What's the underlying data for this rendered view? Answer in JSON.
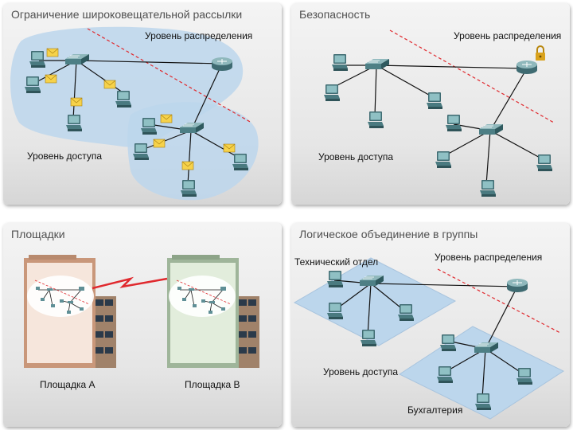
{
  "panels": {
    "broadcast": {
      "title": "Ограничение широковещательной рассылки",
      "distribution_label": "Уровень распределения",
      "access_label": "Уровень доступа"
    },
    "security": {
      "title": "Безопасность",
      "distribution_label": "Уровень распределения",
      "access_label": "Уровень доступа"
    },
    "sites": {
      "title": "Площадки",
      "site_a_label": "Площадка А",
      "site_b_label": "Площадка В"
    },
    "grouping": {
      "title": "Логическое объединение в группы",
      "tech_label": "Технический отдел",
      "distribution_label": "Уровень распределения",
      "access_label": "Уровень доступа",
      "accounting_label": "Бухгалтерия"
    }
  },
  "colors": {
    "zone_blue": "#bcd6ec",
    "device_teal": "#5f8f96",
    "divider_red": "#e0292e",
    "envelope_yellow": "#f6d24a",
    "lock_gold": "#d9a21c"
  },
  "icons": [
    "pc-icon",
    "switch-icon",
    "router-icon",
    "envelope-icon",
    "lock-icon",
    "building-icon",
    "wan-link-icon"
  ]
}
